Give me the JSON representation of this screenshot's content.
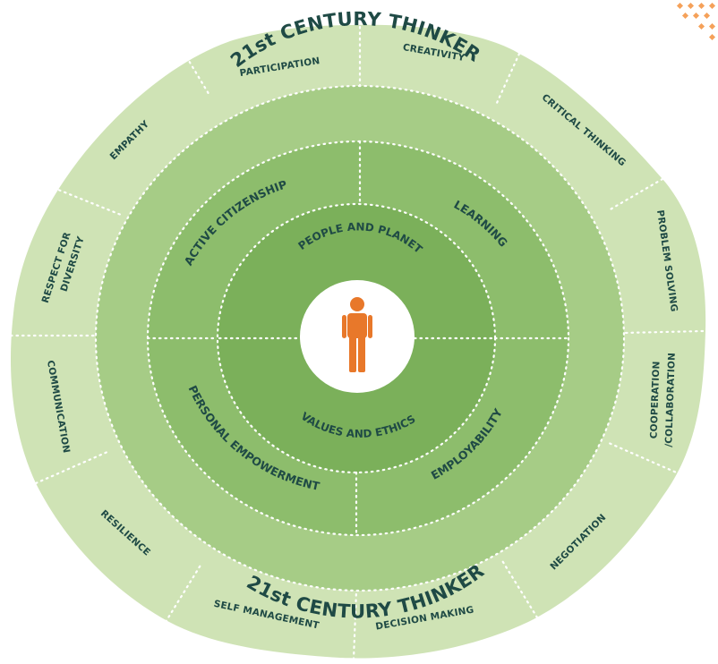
{
  "titles": {
    "top": "21st CENTURY THINKER",
    "bottom": "21st CENTURY THINKER"
  },
  "skills": {
    "participation": "PARTICIPATION",
    "creativity": "CREATIVITY",
    "critical_thinking": "CRITICAL THINKING",
    "problem_solving": "PROBLEM SOLVING",
    "cooperation_line1": "COOPERATION",
    "cooperation_line2": "/COLLABORATION",
    "negotiation": "NEGOTIATION",
    "decision_making": "DECISION MAKING",
    "self_management": "SELF MANAGEMENT",
    "resilience": "RESILIENCE",
    "communication": "COMMUNICATION",
    "respect_line1": "RESPECT FOR",
    "respect_line2": "DIVERSITY",
    "empathy": "EMPATHY"
  },
  "domains": {
    "active_citizenship": "ACTIVE CITIZENSHIP",
    "learning": "LEARNING",
    "personal_empowerment": "PERSONAL EMPOWERMENT",
    "employability": "EMPLOYABILITY"
  },
  "core": {
    "people_and_planet": "PEOPLE AND PLANET",
    "values_and_ethics": "VALUES AND ETHICS"
  },
  "colors": {
    "outer_ring": "#cfe3b5",
    "middle_ring": "#a6cc86",
    "inner_ring": "#8dbd6c",
    "core_ring": "#7bb05a",
    "text": "#1f4a45",
    "person": "#e8782a",
    "dots": "#f5a15a"
  },
  "icons": {
    "center": "person-icon",
    "corner": "dot-pattern"
  }
}
